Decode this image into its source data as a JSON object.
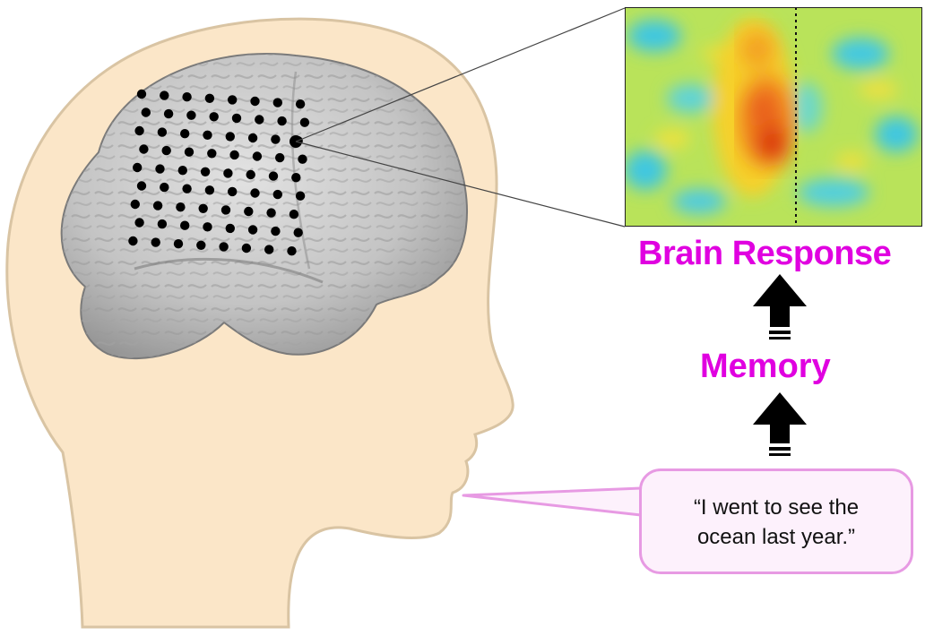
{
  "labels": {
    "brain_response": "Brain Response",
    "memory": "Memory"
  },
  "speech": {
    "line1": "“I went to see the",
    "line2": "ocean last year.”"
  },
  "colors": {
    "label_magenta": "#e000e0",
    "head_fill": "#fbe6c8",
    "head_outline": "#d9c4a3",
    "brain_fill": "#bcbcbc",
    "electrode": "#000000",
    "speech_border": "#e79ae3",
    "speech_fill": "#fdf1fc",
    "heatmap_low": "#3fc7e0",
    "heatmap_mid": "#a8e04a",
    "heatmap_high": "#d92a10"
  },
  "icons": {
    "arrows": "up-arrow-icon",
    "electrodes": "electrode-dot-icon"
  },
  "electrode_grid": {
    "rows": 9,
    "cols": 8
  }
}
